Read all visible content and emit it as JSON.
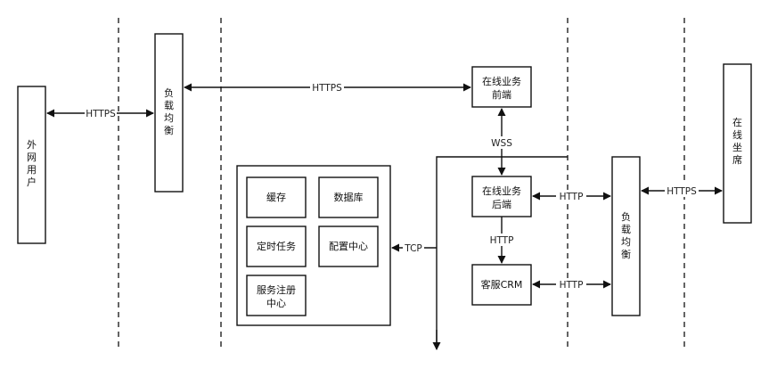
{
  "nodes": {
    "external_user": [
      "外",
      "网",
      "用",
      "户"
    ],
    "lb_left": [
      "负",
      "载",
      "均",
      "衡"
    ],
    "online_frontend": [
      "在线业务",
      "前端"
    ],
    "online_backend": [
      "在线业务",
      "后端"
    ],
    "crm": "客服CRM",
    "lb_right": [
      "负",
      "载",
      "均",
      "衡"
    ],
    "online_agent": [
      "在",
      "线",
      "坐",
      "席"
    ],
    "services": {
      "cache": "缓存",
      "database": "数据库",
      "scheduled_tasks": "定时任务",
      "config_center": "配置中心",
      "service_registry": [
        "服务注册",
        "中心"
      ]
    }
  },
  "edges": {
    "user_to_lb": "HTTPS",
    "lb_to_frontend": "HTTPS",
    "frontend_to_backend": "WSS",
    "backend_to_crm": "HTTP",
    "backend_to_lb_right": "HTTP",
    "crm_to_lb_right": "HTTP",
    "lb_right_to_agent": "HTTPS",
    "bus_to_services": "TCP"
  },
  "colors": {
    "stroke": "#111111",
    "background": "#ffffff",
    "label_bg": "#ffffff"
  }
}
